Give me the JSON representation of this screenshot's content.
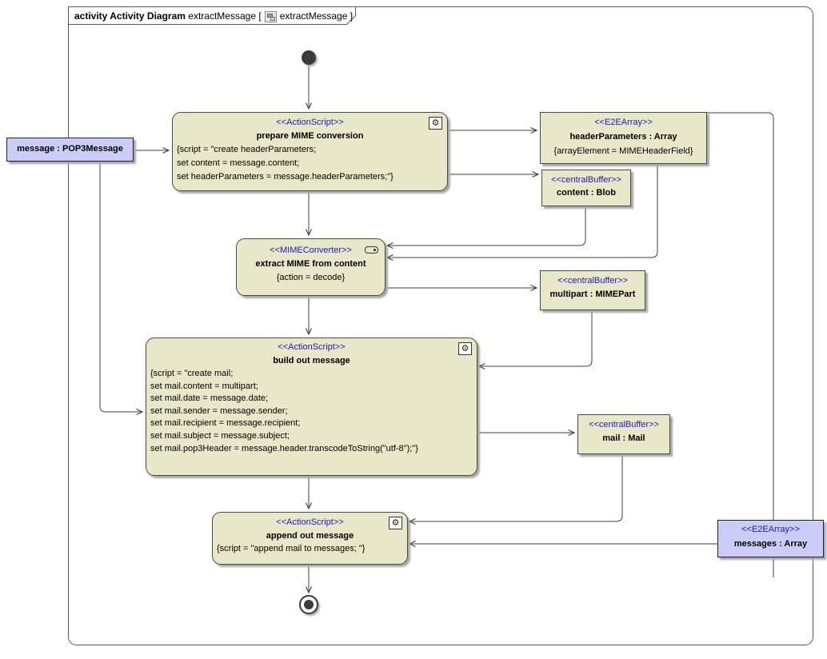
{
  "frame_tab": {
    "keyword": "activity Activity Diagram",
    "diagram_name": "extractMessage",
    "open_bracket": "[",
    "ref_name": "extractMessage",
    "close_bracket": "]"
  },
  "nodes": {
    "message_param": {
      "label": "message : POP3Message"
    },
    "prepare": {
      "stereotype": "<<ActionScript>>",
      "title": "prepare MIME conversion",
      "lines": [
        "{script = \"create headerParameters;",
        "set content = message.content;",
        "set headerParameters = message.headerParameters;\"}"
      ]
    },
    "header_parameters": {
      "stereotype": "<<E2EArray>>",
      "title": "headerParameters : Array",
      "constraint": "{arrayElement = MIMEHeaderField}"
    },
    "content": {
      "stereotype": "<<centralBuffer>>",
      "title": "content : Blob"
    },
    "extract": {
      "stereotype": "<<MIMEConverter>>",
      "title": "extract MIME from content",
      "constraint": "{action = decode}"
    },
    "multipart": {
      "stereotype": "<<centralBuffer>>",
      "title": "multipart : MIMEPart"
    },
    "build": {
      "stereotype": "<<ActionScript>>",
      "title": "build out message",
      "lines": [
        "{script = \"create mail;",
        "set mail.content = multipart;",
        "set mail.date = message.date;",
        "set mail.sender = message.sender;",
        "set mail.recipient = message.recipient;",
        "set mail.subject = message.subject;",
        "set mail.pop3Header = message.header.transcodeToString(\"utf-8\");\"}"
      ]
    },
    "mail": {
      "stereotype": "<<centralBuffer>>",
      "title": "mail : Mail"
    },
    "append": {
      "stereotype": "<<ActionScript>>",
      "title": "append out message",
      "lines": [
        "{script = \"append mail to messages; \"}"
      ]
    },
    "messages_param": {
      "stereotype": "<<E2EArray>>",
      "title": "messages : Array"
    }
  },
  "colors": {
    "action_fill": "#e8e8c8",
    "param_fill": "#ccccf8",
    "stereotype_text": "#1a1abf",
    "node_border": "#4a4a4a",
    "edge": "#3f3f3f"
  }
}
